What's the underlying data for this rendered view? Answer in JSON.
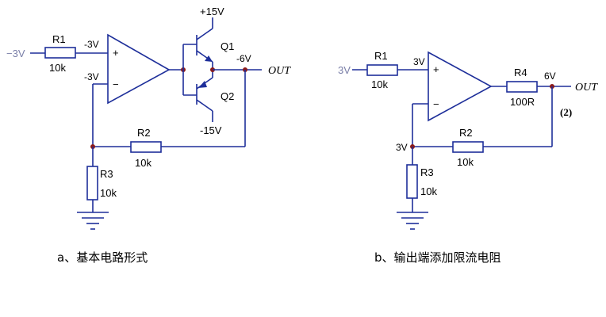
{
  "circuit_a": {
    "input_voltage": "−3V",
    "r1_name": "R1",
    "r1_value": "10k",
    "in_plus_voltage": "-3V",
    "in_minus_voltage": "-3V",
    "opamp_plus": "+",
    "opamp_minus": "−",
    "vcc": "+15V",
    "vee": "-15V",
    "q1": "Q1",
    "q2": "Q2",
    "out_voltage": "-6V",
    "out_label": "OUT",
    "r2_name": "R2",
    "r2_value": "10k",
    "r3_name": "R3",
    "r3_value": "10k",
    "caption": "a、基本电路形式"
  },
  "circuit_b": {
    "input_voltage": "3V",
    "r1_name": "R1",
    "r1_value": "10k",
    "in_plus_voltage": "3V",
    "opamp_plus": "+",
    "opamp_minus": "−",
    "r4_name": "R4",
    "r4_value": "100R",
    "out_voltage": "6V",
    "out_label": "OUT",
    "note": "(2)",
    "r2_name": "R2",
    "r2_value": "10k",
    "node_voltage": "3V",
    "r3_name": "R3",
    "r3_value": "10k",
    "caption": "b、输出端添加限流电阻"
  }
}
